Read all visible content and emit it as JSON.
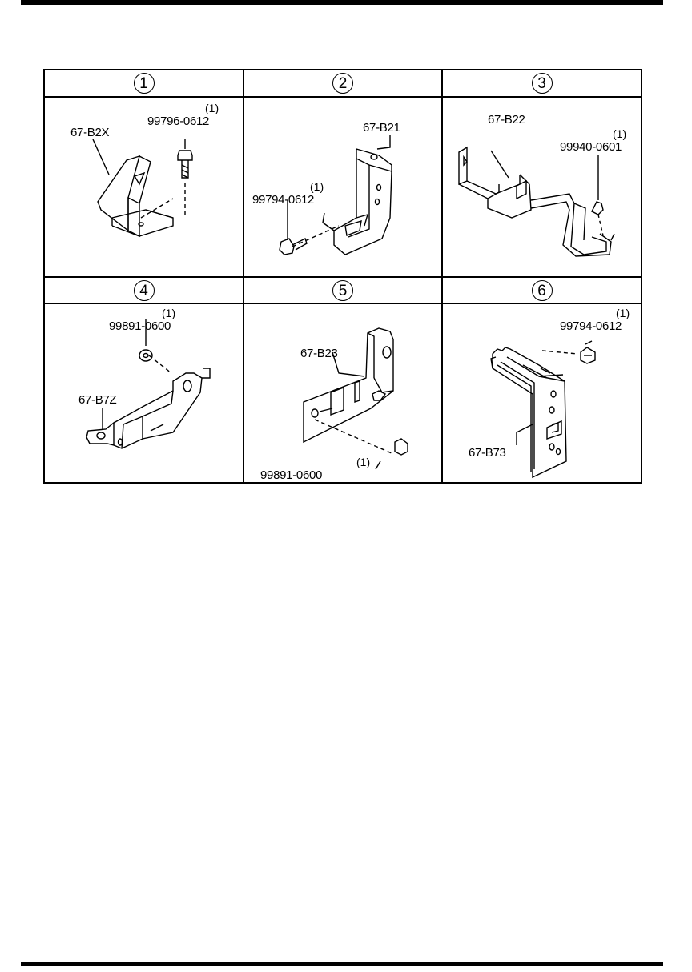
{
  "panels": [
    {
      "index": "1",
      "part": "67-B2X",
      "fastener": "99796-0612",
      "qty": "(1)"
    },
    {
      "index": "2",
      "part": "67-B21",
      "fastener": "99794-0612",
      "qty": "(1)"
    },
    {
      "index": "3",
      "part": "67-B22",
      "fastener": "99940-0601",
      "qty": "(1)"
    },
    {
      "index": "4",
      "part": "67-B7Z",
      "fastener": "99891-0600",
      "qty": "(1)"
    },
    {
      "index": "5",
      "part": "67-B23",
      "fastener": "99891-0600",
      "qty": "(1)"
    },
    {
      "index": "6",
      "part": "67-B73",
      "fastener": "99794-0612",
      "qty": "(1)"
    }
  ]
}
